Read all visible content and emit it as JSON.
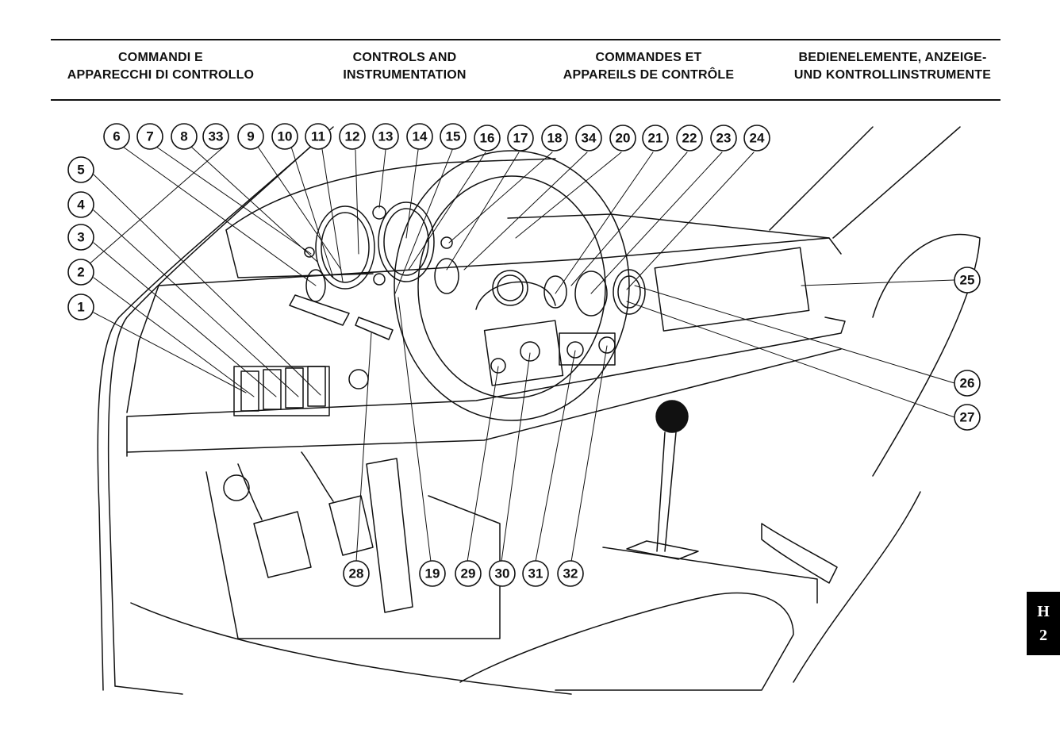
{
  "header": {
    "italian": [
      "COMMANDI E",
      "APPARECCHI DI CONTROLLO"
    ],
    "english": [
      "CONTROLS AND",
      "INSTRUMENTATION"
    ],
    "french": [
      "COMMANDES ET",
      "APPAREILS DE CONTRÔLE"
    ],
    "german": [
      "BEDIENELEMENTE, ANZEIGE-",
      "UND KONTROLLINSTRUMENTE"
    ]
  },
  "page_tab": {
    "section": "H",
    "page": "2"
  },
  "callouts": [
    "6",
    "7",
    "8",
    "33",
    "9",
    "10",
    "11",
    "12",
    "13",
    "14",
    "15",
    "16",
    "17",
    "18",
    "34",
    "20",
    "21",
    "22",
    "23",
    "24",
    "5",
    "4",
    "3",
    "2",
    "1",
    "25",
    "26",
    "27",
    "28",
    "19",
    "29",
    "30",
    "31",
    "32"
  ]
}
